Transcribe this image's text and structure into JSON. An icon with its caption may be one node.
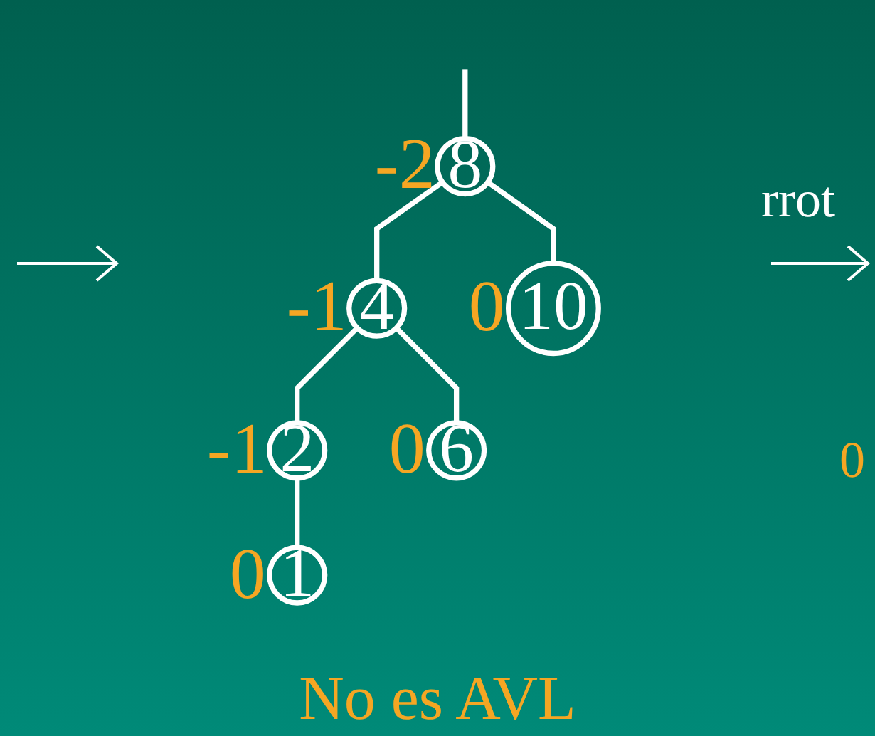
{
  "diagram": {
    "caption": "No es AVL",
    "nodes": [
      {
        "text": [
          "8"
        ],
        "beside": [
          "-2"
        ]
      },
      {
        "text": [
          "4"
        ],
        "beside": [
          "-1"
        ]
      },
      {
        "text": [
          "10"
        ],
        "beside": [
          "0"
        ]
      },
      {
        "text": [
          "2"
        ],
        "beside": [
          "-1"
        ]
      },
      {
        "text": [
          "6"
        ],
        "beside": [
          "0"
        ]
      },
      {
        "text": [
          "1"
        ],
        "beside": [
          "0"
        ]
      }
    ],
    "edges": [
      {
        "from": null,
        "to": 0,
        "arrow": "none"
      },
      {
        "from": 0,
        "to": 1,
        "arrow": "none"
      },
      {
        "from": 0,
        "to": 2,
        "arrow": "none"
      },
      {
        "from": 1,
        "to": 3,
        "arrow": "none"
      },
      {
        "from": 1,
        "to": 4,
        "arrow": "none"
      },
      {
        "from": 3,
        "to": 5,
        "arrow": "none"
      }
    ],
    "labels": [
      "rrot",
      "0"
    ]
  }
}
